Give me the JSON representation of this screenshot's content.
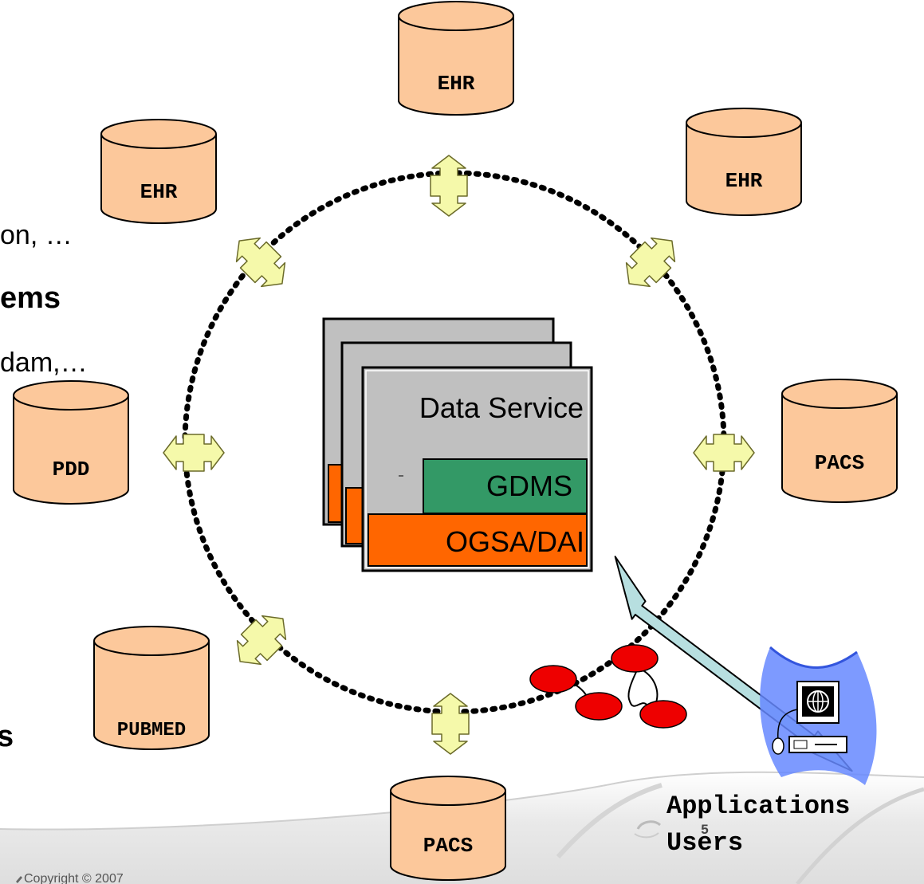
{
  "slide_text": {
    "line1": "on, …",
    "line2": "ems",
    "line3": "dam,…",
    "line4": "s"
  },
  "databases": {
    "top": "EHR",
    "upper_left": "EHR",
    "upper_right": "EHR",
    "left": "PDD",
    "right": "PACS",
    "lower_left": "PUBMED",
    "bottom": "PACS"
  },
  "service": {
    "title": "Data Service",
    "gdms": "GDMS",
    "ogsa": "OGSA/DAI"
  },
  "clients": {
    "line1": "Applications",
    "line2": "Users"
  },
  "footer": {
    "page_number": "5",
    "copyright": "Copyright © 2007"
  },
  "colors": {
    "database_fill": "#fcc89b",
    "connector_fill": "#f5f9aa",
    "gdms_green": "#339966",
    "ogsa_orange": "#ff6600",
    "service_gray": "#c0c0c0",
    "link_arrow": "#b7dfe0",
    "node_red": "#ee0000",
    "client_blue": "#6688ff"
  }
}
